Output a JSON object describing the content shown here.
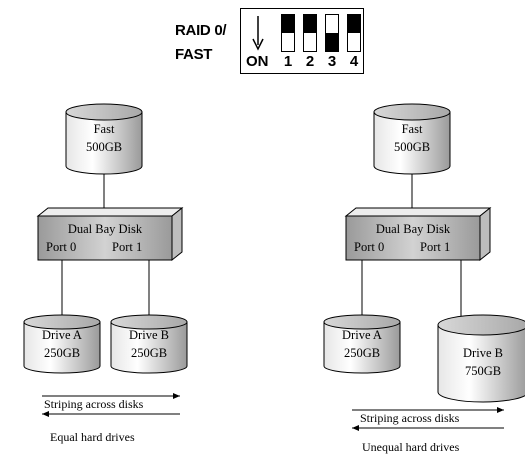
{
  "dip_switch": {
    "mode_line1": "RAID 0/",
    "mode_line2": "FAST",
    "on_label": "ON",
    "switches": [
      {
        "label": "1",
        "state": "up"
      },
      {
        "label": "2",
        "state": "up"
      },
      {
        "label": "3",
        "state": "down"
      },
      {
        "label": "4",
        "state": "up"
      }
    ]
  },
  "left": {
    "result": {
      "name": "Fast",
      "size": "500GB"
    },
    "enclosure": {
      "title": "Dual Bay Disk",
      "port0": "Port 0",
      "port1": "Port 1"
    },
    "drive_a": {
      "name": "Drive A",
      "size": "250GB"
    },
    "drive_b": {
      "name": "Drive B",
      "size": "250GB"
    },
    "striping": "Striping across disks",
    "caption": "Equal hard drives"
  },
  "right": {
    "result": {
      "name": "Fast",
      "size": "500GB"
    },
    "enclosure": {
      "title": "Dual Bay Disk",
      "port0": "Port 0",
      "port1": "Port 1"
    },
    "drive_a": {
      "name": "Drive A",
      "size": "250GB"
    },
    "drive_b": {
      "name": "Drive B",
      "size": "750GB"
    },
    "striping": "Striping across disks",
    "caption": "Unequal hard drives"
  }
}
